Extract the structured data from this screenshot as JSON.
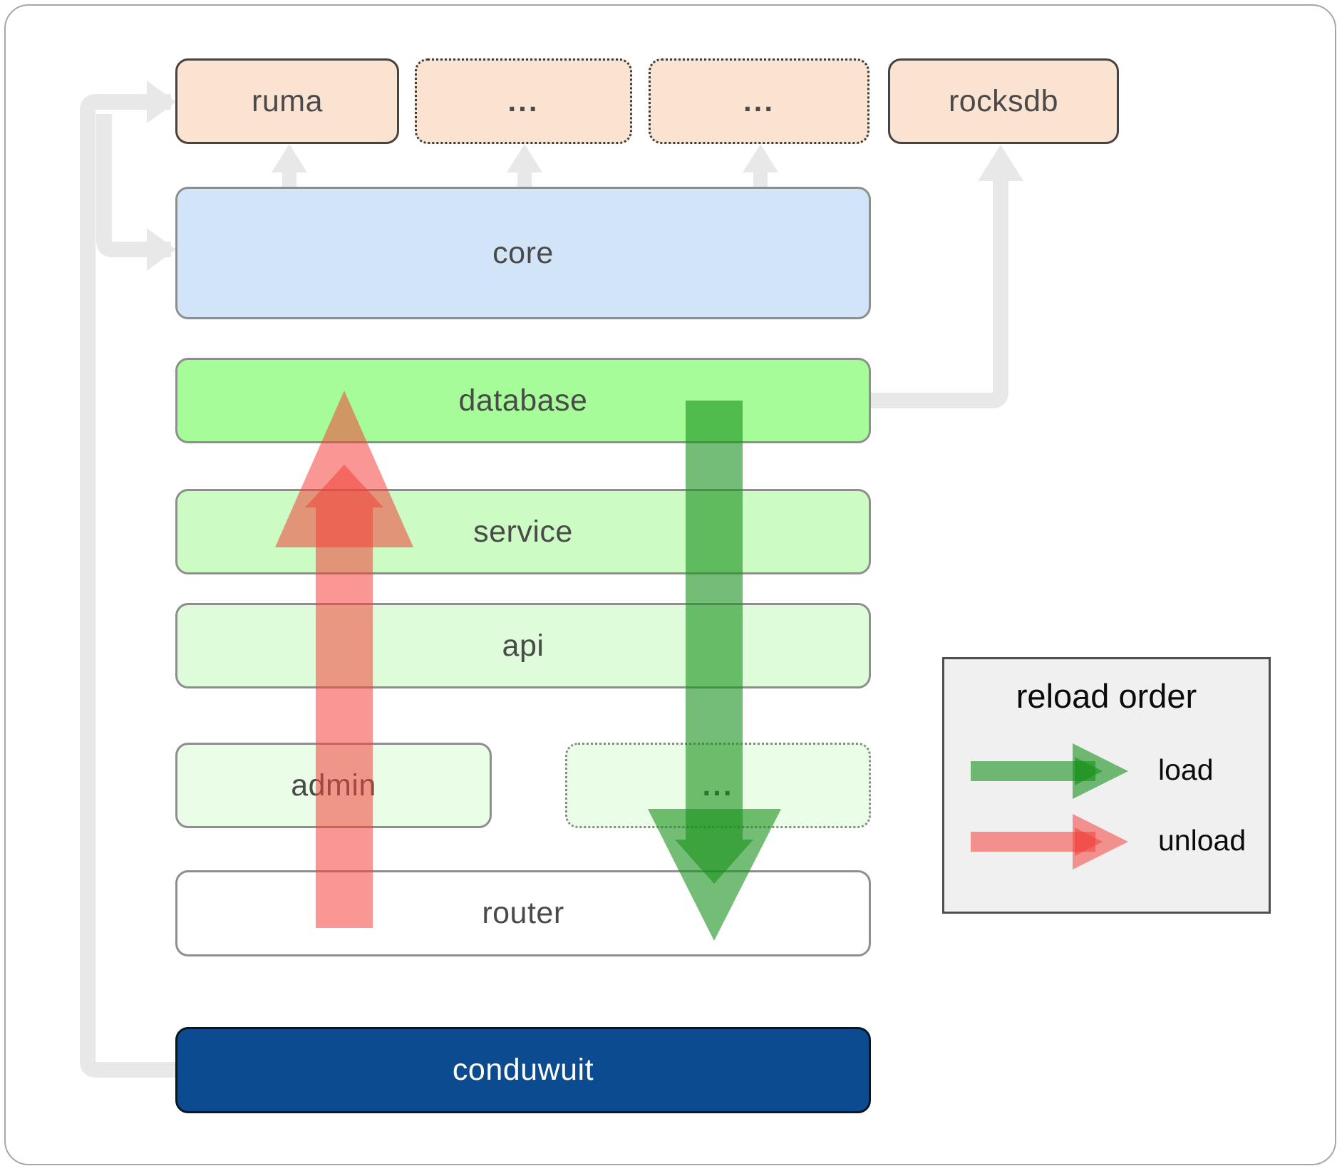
{
  "boxes": {
    "ruma": "ruma",
    "ellipsis_top_1": "...",
    "ellipsis_top_2": "...",
    "rocksdb": "rocksdb",
    "core": "core",
    "database": "database",
    "service": "service",
    "api": "api",
    "admin": "admin",
    "ellipsis_admin": "...",
    "router": "router",
    "conduwuit": "conduwuit"
  },
  "legend": {
    "title": "reload order",
    "load_label": "load",
    "unload_label": "unload"
  },
  "colors": {
    "peach_fill": "#fbe3d2",
    "dark_box_border": "#474340",
    "gray_box_border": "#8e8e8e",
    "core_blue_fill": "#d2e5f8",
    "database_green_fill": "#a6fc98",
    "service_green_fill": "#ccfbc4",
    "api_green_fill": "#defcda",
    "admin_green_fill": "#eafde6",
    "router_fill": "#ffffff",
    "conduwuit_blue_fill": "#0d4b90",
    "label_text": "#4a4a4a",
    "connector_gray": "#e8e8e8",
    "load_green": "#18911b",
    "unload_red": "#f2413b",
    "legend_background": "#f0f0f0"
  },
  "connections": {
    "gray_dependency_arrows": [
      "conduwuit to ruma",
      "conduwuit to core",
      "core to ruma",
      "core to ellipsis_top_1",
      "core to ellipsis_top_2",
      "database to rocksdb"
    ],
    "load_arrow": "database down to router",
    "unload_arrow": "router up to database"
  }
}
